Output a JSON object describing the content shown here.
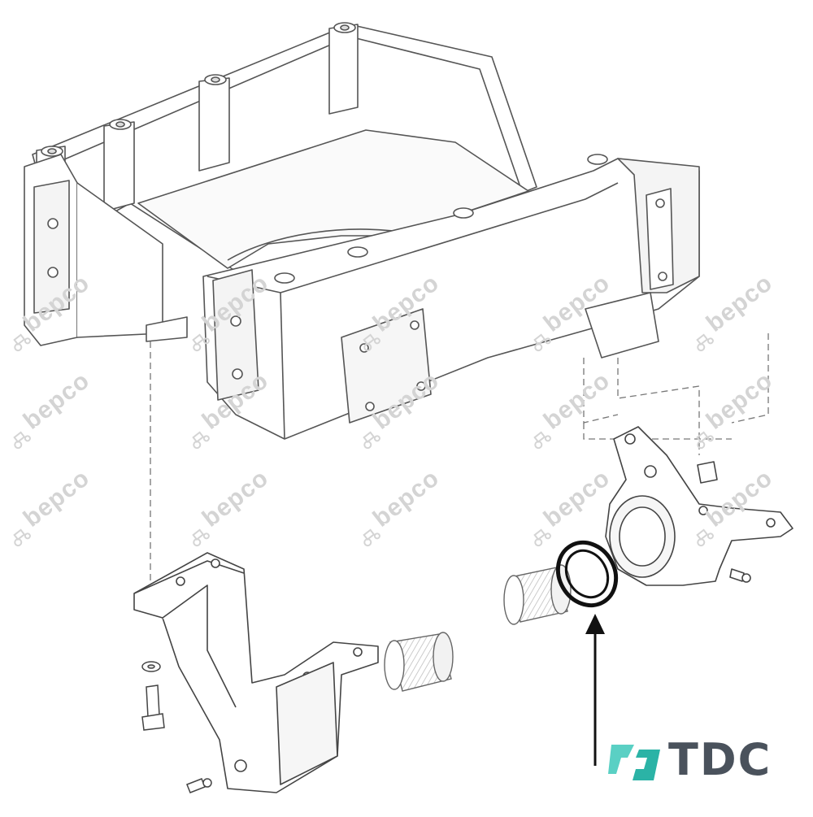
{
  "watermark": {
    "text": "bepco",
    "color": "#d4d4d4",
    "icon": "tractor-icon"
  },
  "brand": {
    "name": "TDC",
    "text_color": "#4a525c",
    "icon": "tdc-logo-icon",
    "icon_colors": [
      "#2bb3a6",
      "#5ad0c4"
    ]
  },
  "diagram": {
    "line_color": "#333333",
    "highlight_color": "#000000",
    "parts": [
      "front-axle-support-bracket",
      "rear-axle-support-bracket",
      "bushing-left",
      "bushing-right",
      "seal-ring",
      "bolt",
      "washer",
      "grease-nipple-left",
      "grease-nipple-right",
      "spacer-nut"
    ],
    "callout": "arrow-pointing-to-seal-ring"
  }
}
